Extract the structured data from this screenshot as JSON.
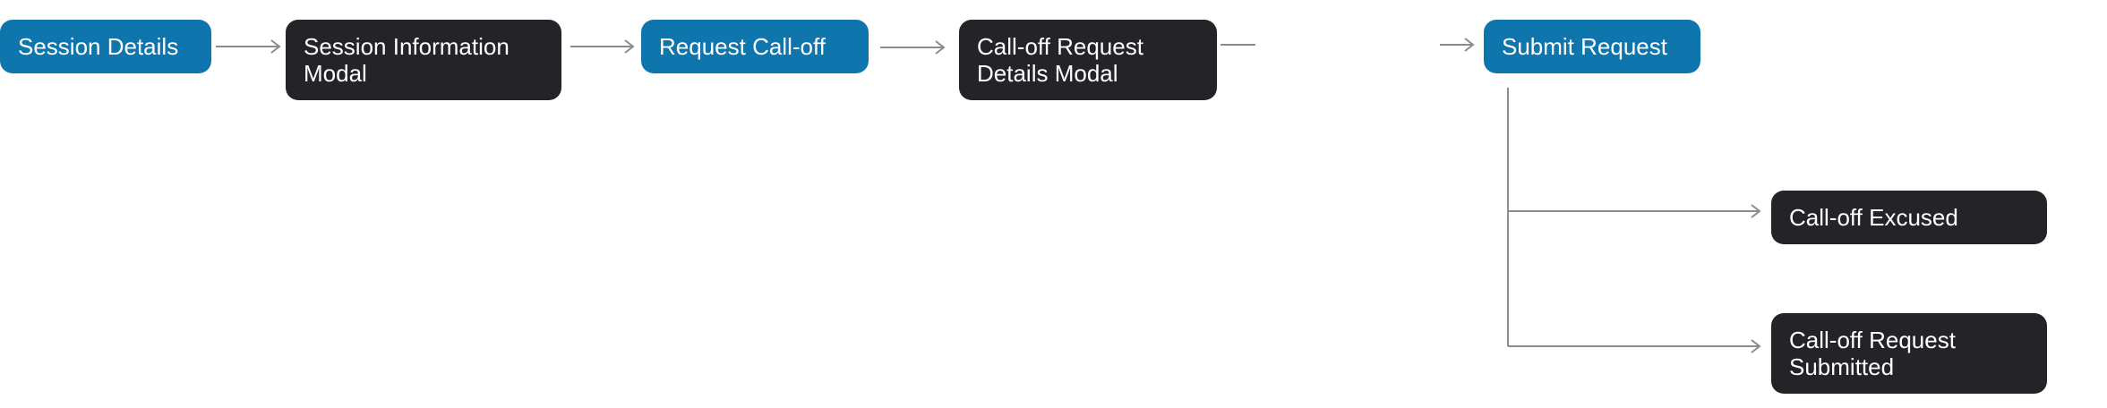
{
  "nodes": {
    "session_details": "Session Details",
    "session_information_modal": "Session Information Modal",
    "request_call_off": "Request Call-off",
    "call_off_request_details_modal": "Call-off Request Details Modal",
    "submit_request": "Submit Request",
    "call_off_excused": "Call-off Excused",
    "call_off_request_submitted": "Call-off Request Submitted"
  },
  "colors": {
    "action_blue": "#0f75ad",
    "screen_dark": "#242428",
    "connector_gray": "#8c8c8c"
  }
}
